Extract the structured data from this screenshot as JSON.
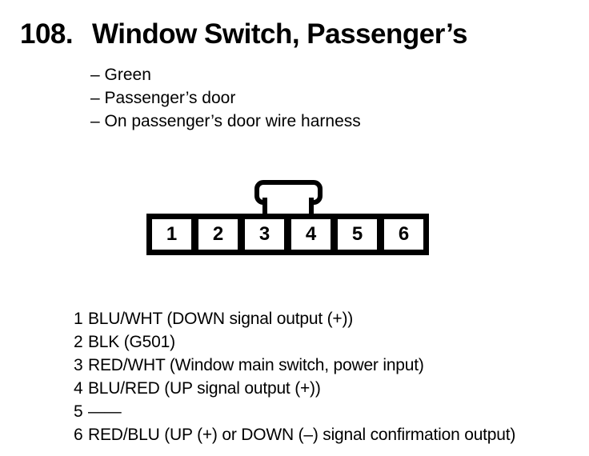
{
  "colors": {
    "ink": "#000000",
    "paper": "#ffffff"
  },
  "header": {
    "number": "108.",
    "title": "Window Switch, Passenger’s"
  },
  "notes": {
    "items": [
      "– Green",
      "– Passenger’s door",
      "– On passenger’s door wire harness"
    ]
  },
  "connector": {
    "description": "6-cavity connector, latch tab on top",
    "cavities": [
      "1",
      "2",
      "3",
      "4",
      "5",
      "6"
    ]
  },
  "pins": {
    "rows": [
      {
        "pin": "1",
        "label": "BLU/WHT (DOWN signal output (+))"
      },
      {
        "pin": "2",
        "label": "BLK (G501)"
      },
      {
        "pin": "3",
        "label": "RED/WHT (Window main switch, power input)"
      },
      {
        "pin": "4",
        "label": "BLU/RED (UP signal output (+))"
      },
      {
        "pin": "5",
        "label": "——"
      },
      {
        "pin": "6",
        "label": "RED/BLU (UP (+) or DOWN (–) signal confirmation output)"
      }
    ]
  }
}
